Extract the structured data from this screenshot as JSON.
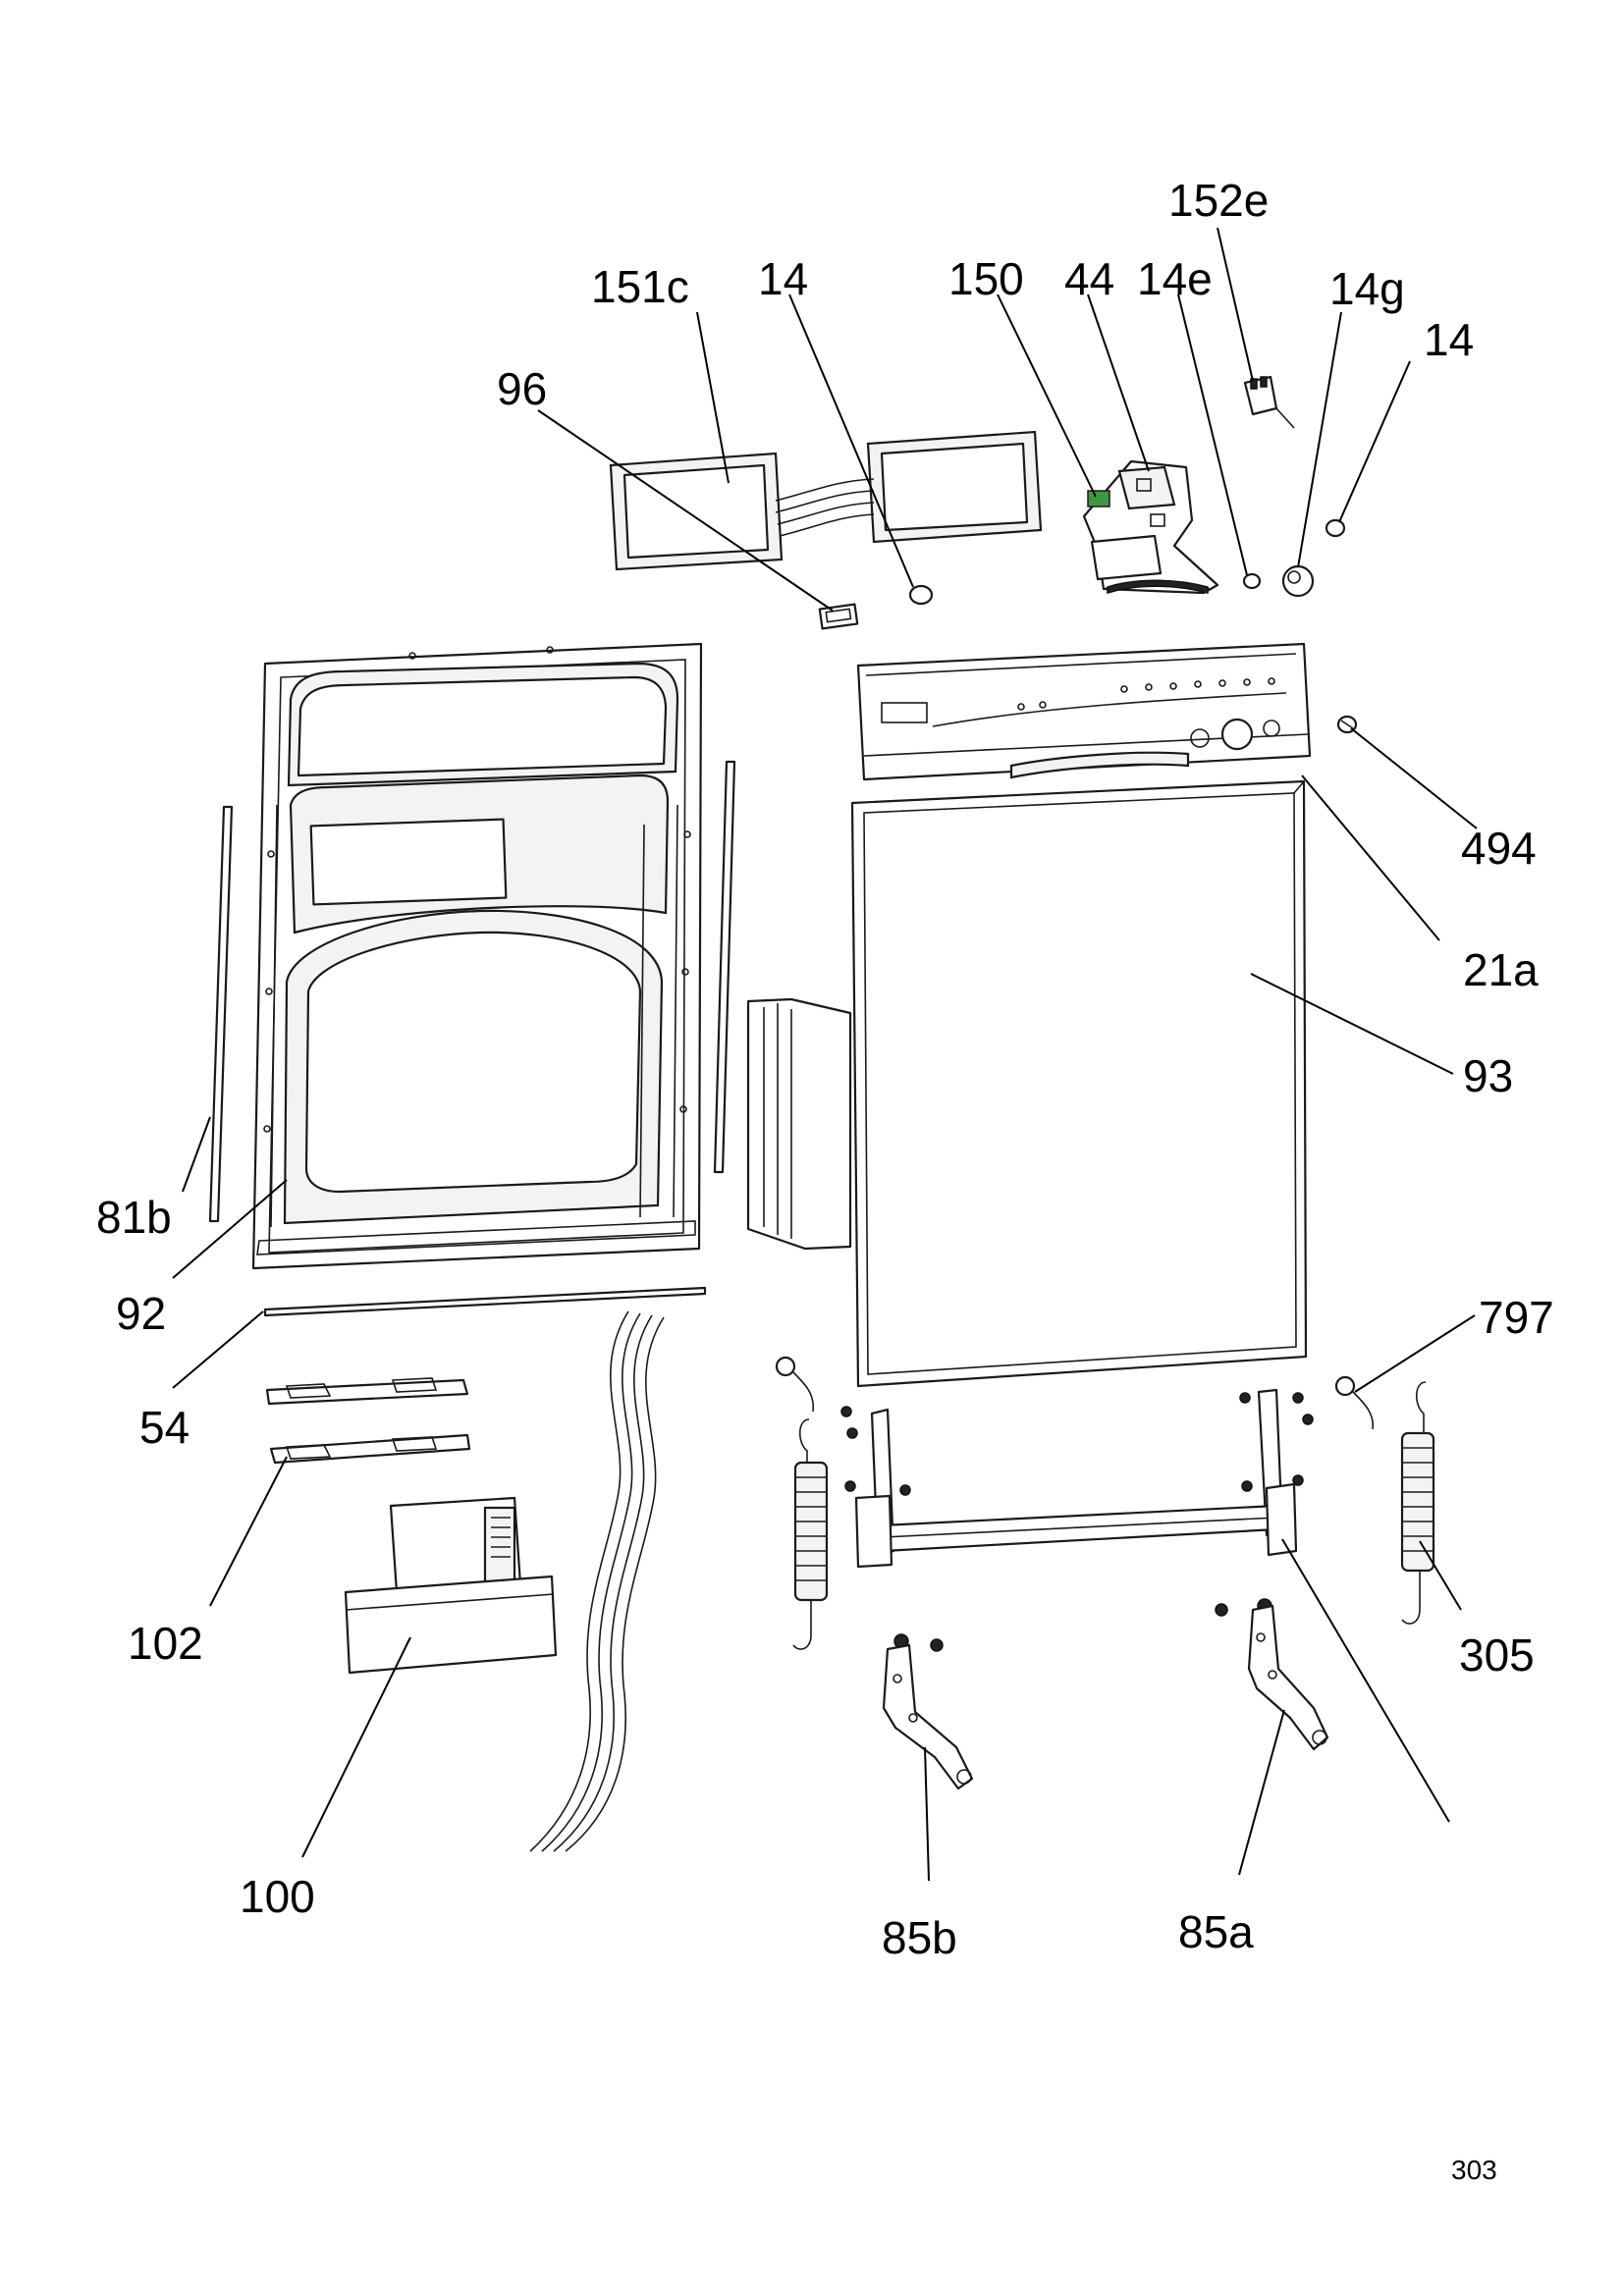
{
  "callouts": {
    "c152e": "152e",
    "c151c": "151c",
    "c14a": "14",
    "c150": "150",
    "c44": "44",
    "c14e": "14e",
    "c14g": "14g",
    "c14b": "14",
    "c96": "96",
    "c494": "494",
    "c21a": "21a",
    "c93": "93",
    "c81b": "81b",
    "c92": "92",
    "c797": "797",
    "c54": "54",
    "c102": "102",
    "c305": "305",
    "c100": "100",
    "c85b": "85b",
    "c85a": "85a"
  },
  "page": {
    "number": "303"
  },
  "colors": {
    "line": "#1a1a1a",
    "accent_green": "#3c9a3c",
    "background": "#ffffff"
  }
}
